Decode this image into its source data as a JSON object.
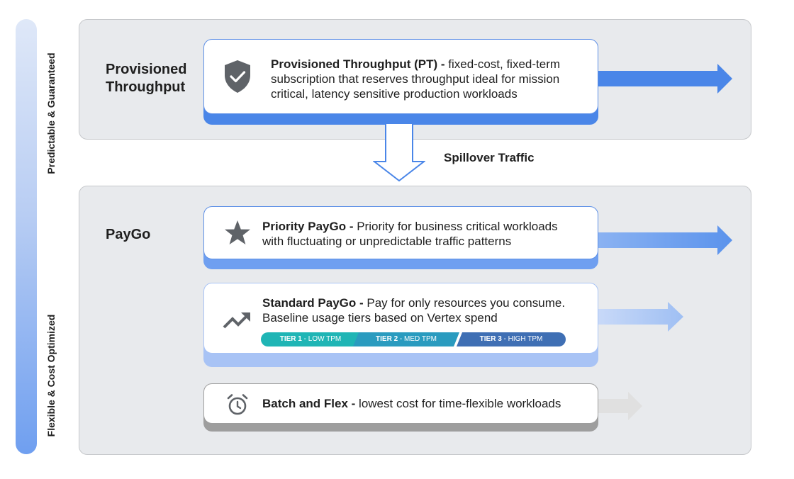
{
  "side_labels": {
    "top": "Predictable & Guaranteed",
    "bottom": "Flexible & Cost Optimized"
  },
  "provisioned": {
    "title_line1": "Provisioned",
    "title_line2": "Throughput",
    "card": {
      "bold": "Provisioned Throughput (PT) -",
      "line1_rest": " fixed-cost, fixed-term",
      "line2": "subscription that reserves throughput ideal for mission",
      "line3": "critical, latency sensitive production workloads",
      "icon": "shield-check-icon"
    }
  },
  "spillover": {
    "label": "Spillover Traffic"
  },
  "paygo": {
    "title": "PayGo",
    "priority": {
      "bold": "Priority PayGo -",
      "line1_rest": " Priority for business critical workloads",
      "line2": "with fluctuating or unpredictable traffic patterns",
      "icon": "star-icon"
    },
    "standard": {
      "bold": "Standard PayGo -",
      "line1_rest": " Pay for only resources you consume.",
      "line2": "Baseline usage tiers based on Vertex spend",
      "icon": "trending-up-icon",
      "tiers": [
        {
          "name": "TIER 1",
          "desc": " - LOW TPM",
          "color": "#1fb5b5"
        },
        {
          "name": "TIER 2",
          "desc": " - MED TPM",
          "color": "#2a9bbf"
        },
        {
          "name": "TIER 3",
          "desc": " - HIGH TPM",
          "color": "#3f6fb4"
        }
      ]
    },
    "batch": {
      "bold": "Batch and Flex -",
      "line1_rest": " lowest cost for time-flexible workloads",
      "icon": "alarm-clock-icon"
    }
  },
  "colors": {
    "accent_blue": "#4a86e8",
    "light_blue": "#a8c3f5",
    "gray_shadow": "#9e9e9e",
    "panel_bg": "#e8eaed"
  }
}
